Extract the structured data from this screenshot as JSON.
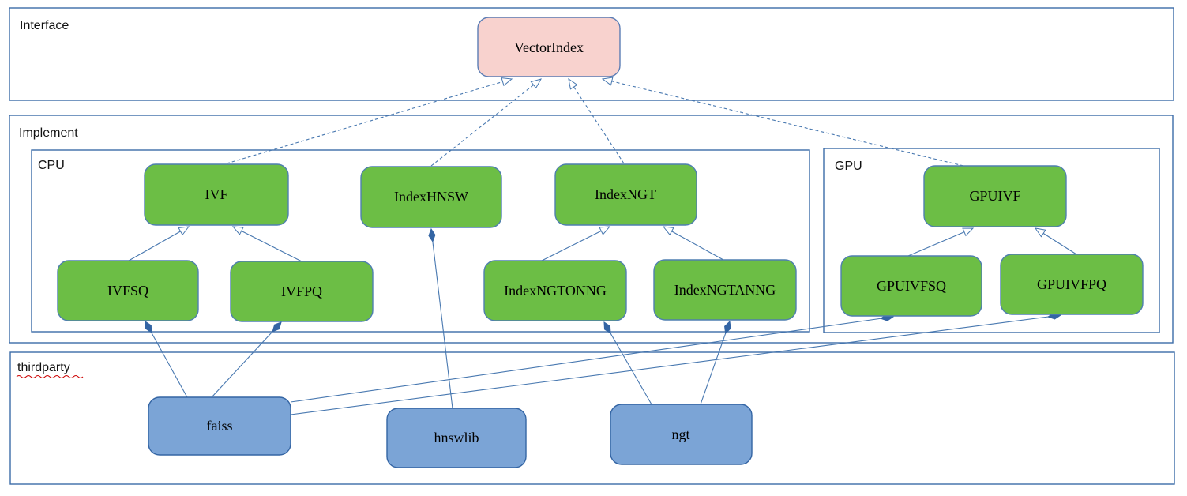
{
  "diagram": {
    "type": "uml-class-diagram",
    "containers": {
      "interface": {
        "label": "Interface"
      },
      "implement": {
        "label": "Implement"
      },
      "cpu": {
        "label": "CPU"
      },
      "gpu": {
        "label": "GPU"
      },
      "thirdparty": {
        "label": "thirdparty",
        "decoration": "underline-with-red-spellcheck-squiggle"
      }
    },
    "nodes": {
      "vectorindex": {
        "label": "VectorIndex",
        "group": "interface"
      },
      "ivf": {
        "label": "IVF",
        "group": "cpu"
      },
      "indexhnsw": {
        "label": "IndexHNSW",
        "group": "cpu"
      },
      "indexngt": {
        "label": "IndexNGT",
        "group": "cpu"
      },
      "ivfsq": {
        "label": "IVFSQ",
        "group": "cpu"
      },
      "ivfpq": {
        "label": "IVFPQ",
        "group": "cpu"
      },
      "indexngtonng": {
        "label": "IndexNGTONNG",
        "group": "cpu"
      },
      "indexngtanng": {
        "label": "IndexNGTANNG",
        "group": "cpu"
      },
      "gpuivf": {
        "label": "GPUIVF",
        "group": "gpu"
      },
      "gpuivfsq": {
        "label": "GPUIVFSQ",
        "group": "gpu"
      },
      "gpuivfpq": {
        "label": "GPUIVFPQ",
        "group": "gpu"
      },
      "faiss": {
        "label": "faiss",
        "group": "thirdparty"
      },
      "hnswlib": {
        "label": "hnswlib",
        "group": "thirdparty"
      },
      "ngt": {
        "label": "ngt",
        "group": "thirdparty"
      }
    },
    "relationships": [
      {
        "from": "IVF",
        "to": "VectorIndex",
        "type": "realization-dashed-hollow-arrow"
      },
      {
        "from": "IndexHNSW",
        "to": "VectorIndex",
        "type": "realization-dashed-hollow-arrow"
      },
      {
        "from": "IndexNGT",
        "to": "VectorIndex",
        "type": "realization-dashed-hollow-arrow"
      },
      {
        "from": "GPUIVF",
        "to": "VectorIndex",
        "type": "realization-dashed-hollow-arrow"
      },
      {
        "from": "IVFSQ",
        "to": "IVF",
        "type": "inheritance-hollow-arrow"
      },
      {
        "from": "IVFPQ",
        "to": "IVF",
        "type": "inheritance-hollow-arrow"
      },
      {
        "from": "IndexNGTONNG",
        "to": "IndexNGT",
        "type": "inheritance-hollow-arrow"
      },
      {
        "from": "IndexNGTANNG",
        "to": "IndexNGT",
        "type": "inheritance-hollow-arrow"
      },
      {
        "from": "GPUIVFSQ",
        "to": "GPUIVF",
        "type": "inheritance-hollow-arrow"
      },
      {
        "from": "GPUIVFPQ",
        "to": "GPUIVF",
        "type": "inheritance-hollow-arrow"
      },
      {
        "from": "faiss",
        "to": "IVFSQ",
        "type": "composition-filled-diamond"
      },
      {
        "from": "faiss",
        "to": "IVFPQ",
        "type": "composition-filled-diamond"
      },
      {
        "from": "faiss",
        "to": "GPUIVFSQ",
        "type": "composition-filled-diamond"
      },
      {
        "from": "faiss",
        "to": "GPUIVFPQ",
        "type": "composition-filled-diamond"
      },
      {
        "from": "hnswlib",
        "to": "IndexHNSW",
        "type": "composition-filled-diamond"
      },
      {
        "from": "ngt",
        "to": "IndexNGTONNG",
        "type": "composition-filled-diamond"
      },
      {
        "from": "ngt",
        "to": "IndexNGTANNG",
        "type": "composition-filled-diamond"
      }
    ],
    "colors": {
      "interface_node_fill": "#f8d2ce",
      "interface_node_stroke": "#5b7db5",
      "class_node_fill": "#6cbe45",
      "class_node_stroke": "#4f7fb0",
      "thirdparty_node_fill": "#7ba4d6",
      "thirdparty_node_stroke": "#3465a4",
      "container_stroke": "#3c6ca8",
      "edge_stroke": "#4878b0",
      "diamond_fill": "#3465a4",
      "spellcheck_squiggle": "#cc0000",
      "background": "#ffffff",
      "text": "#000000"
    }
  }
}
